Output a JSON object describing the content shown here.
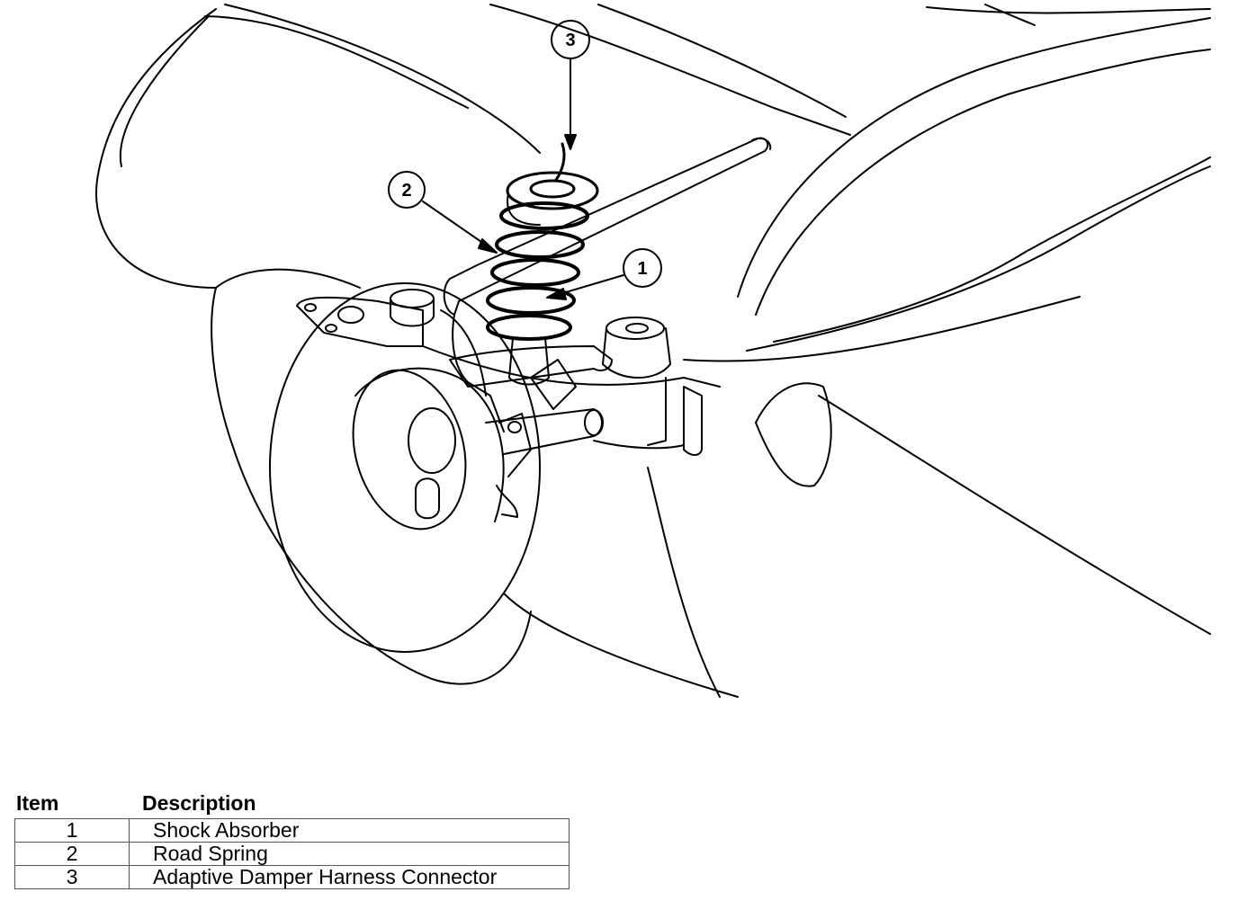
{
  "callouts": [
    {
      "num": "1"
    },
    {
      "num": "2"
    },
    {
      "num": "3"
    }
  ],
  "legend": {
    "header_item": "Item",
    "header_description": "Description",
    "rows": [
      {
        "item": "1",
        "description": "Shock Absorber"
      },
      {
        "item": "2",
        "description": "Road Spring"
      },
      {
        "item": "3",
        "description": "Adaptive Damper Harness Connector"
      }
    ]
  }
}
